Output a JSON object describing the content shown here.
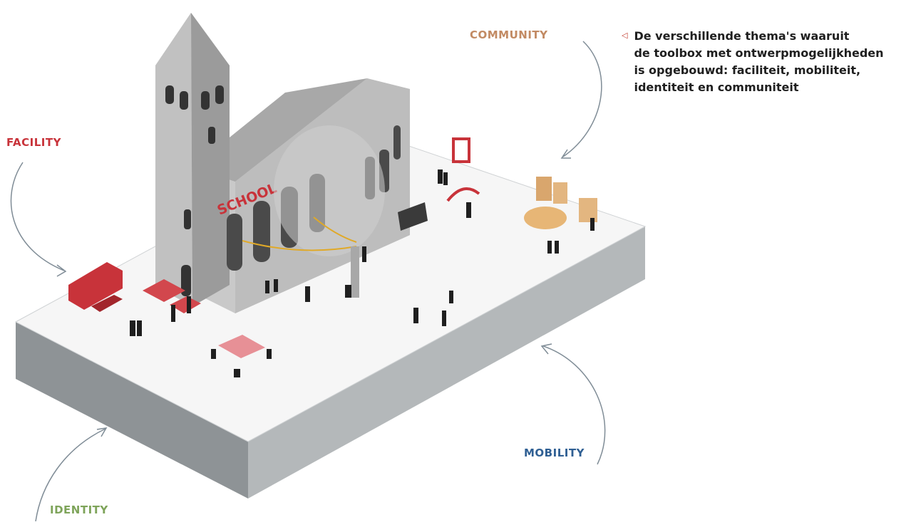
{
  "labels": {
    "community": "COMMUNITY",
    "facility": "FACILITY",
    "mobility": "MOBILITY",
    "identity": "IDENTITY"
  },
  "building_sign": "SCHOOL",
  "caption": {
    "marker": "◁",
    "lines": [
      "De verschillende thema's waaruit",
      "de toolbox met ontwerpmogelijkheden",
      "is opgebouwd: faciliteit, mobiliteit,",
      "identiteit en communiteit"
    ]
  },
  "colors": {
    "community": "#c28a63",
    "facility": "#c8333a",
    "mobility": "#2f5f93",
    "identity": "#7ea45a",
    "arrow": "#7f8c96",
    "caption": "#1f1f1f"
  }
}
